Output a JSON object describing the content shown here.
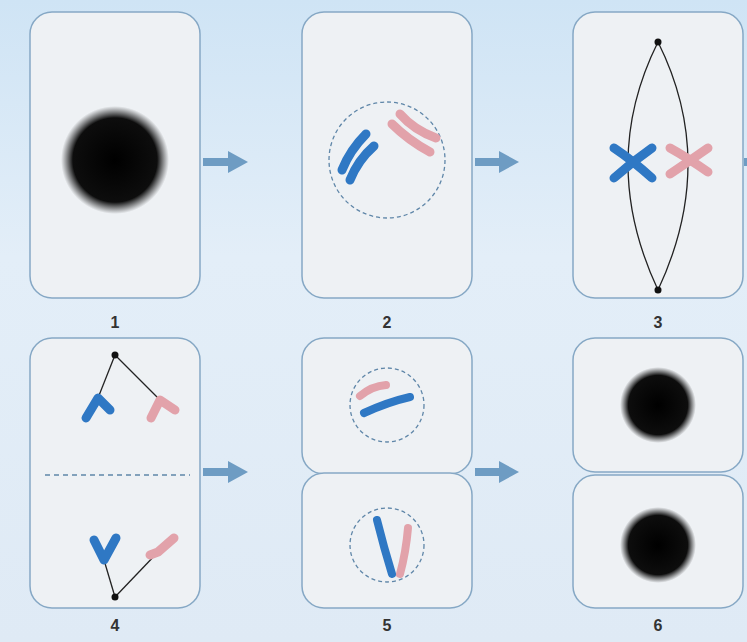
{
  "diagram": {
    "nodes": [
      {
        "text": [
          "1"
        ]
      },
      {
        "text": [
          "2"
        ]
      },
      {
        "text": [
          "3"
        ]
      },
      {
        "text": [
          "4"
        ]
      },
      {
        "text": [
          "5"
        ]
      },
      {
        "text": [
          "6"
        ]
      }
    ],
    "edges": [
      {
        "from": 0,
        "to": 1,
        "arrow": "to"
      },
      {
        "from": 1,
        "to": 2,
        "arrow": "to"
      },
      {
        "from": 3,
        "to": 4,
        "arrow": "to"
      },
      {
        "from": 4,
        "to": 5,
        "arrow": "to"
      }
    ]
  }
}
